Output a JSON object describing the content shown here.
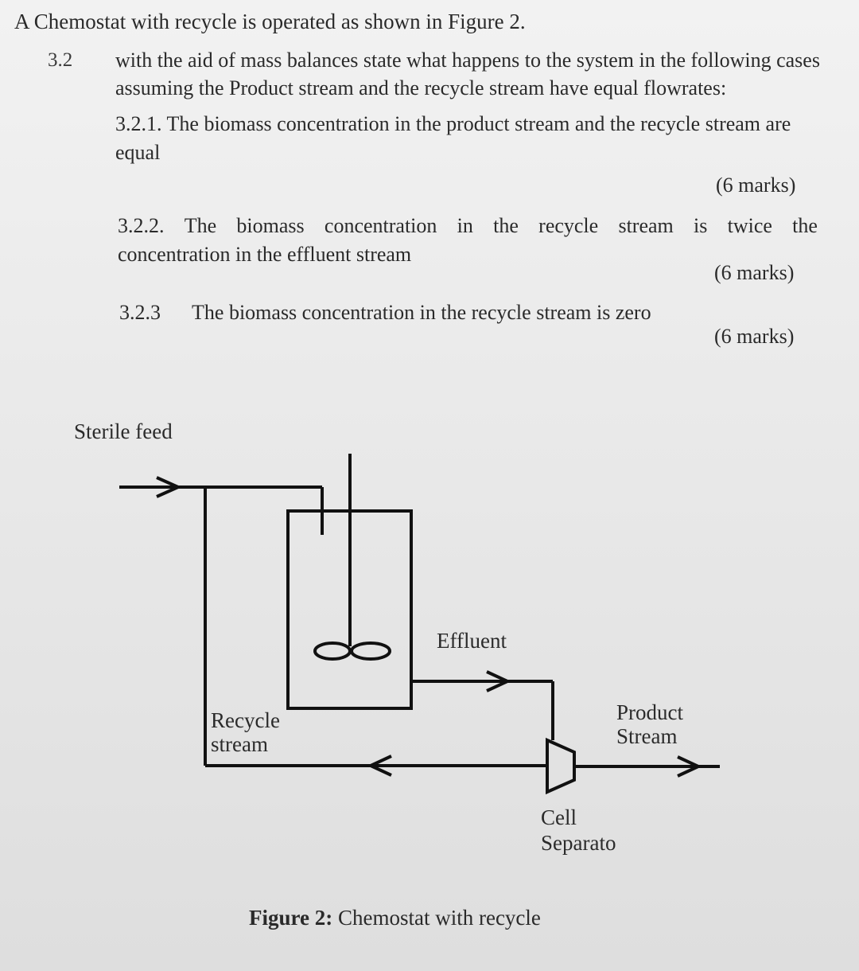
{
  "intro": "A Chemostat with recycle is operated as shown in Figure 2.",
  "question": {
    "number": "3.2",
    "text": "with the aid of mass balances state what happens to the system in the following cases assuming the Product stream and the recycle stream have equal flowrates:",
    "parts": [
      {
        "number": "3.2.1.",
        "text": "The biomass concentration in the product stream and the recycle stream are equal",
        "marks": "(6 marks)"
      },
      {
        "number": "3.2.2.",
        "text_line1_words": [
          "The",
          "biomass",
          "concentration",
          "in",
          "the",
          "recycle",
          "stream",
          "is",
          "twice",
          "the"
        ],
        "text_line2": "concentration in the effluent stream",
        "marks": "(6 marks)"
      },
      {
        "number": "3.2.3",
        "text": "The biomass concentration in the recycle stream is zero",
        "marks": "(6 marks)"
      }
    ]
  },
  "diagram": {
    "labels": {
      "sterile_feed": "Sterile feed",
      "effluent": "Effluent",
      "product_stream_1": "Product",
      "product_stream_2": "Stream",
      "recycle_stream_1": "Recycle",
      "recycle_stream_2": "stream",
      "cell_separator_1": "Cell",
      "cell_separator_2": "Separato"
    },
    "line_color": "#111111"
  },
  "caption": {
    "bold": "Figure 2:",
    "text": " Chemostat with recycle"
  }
}
